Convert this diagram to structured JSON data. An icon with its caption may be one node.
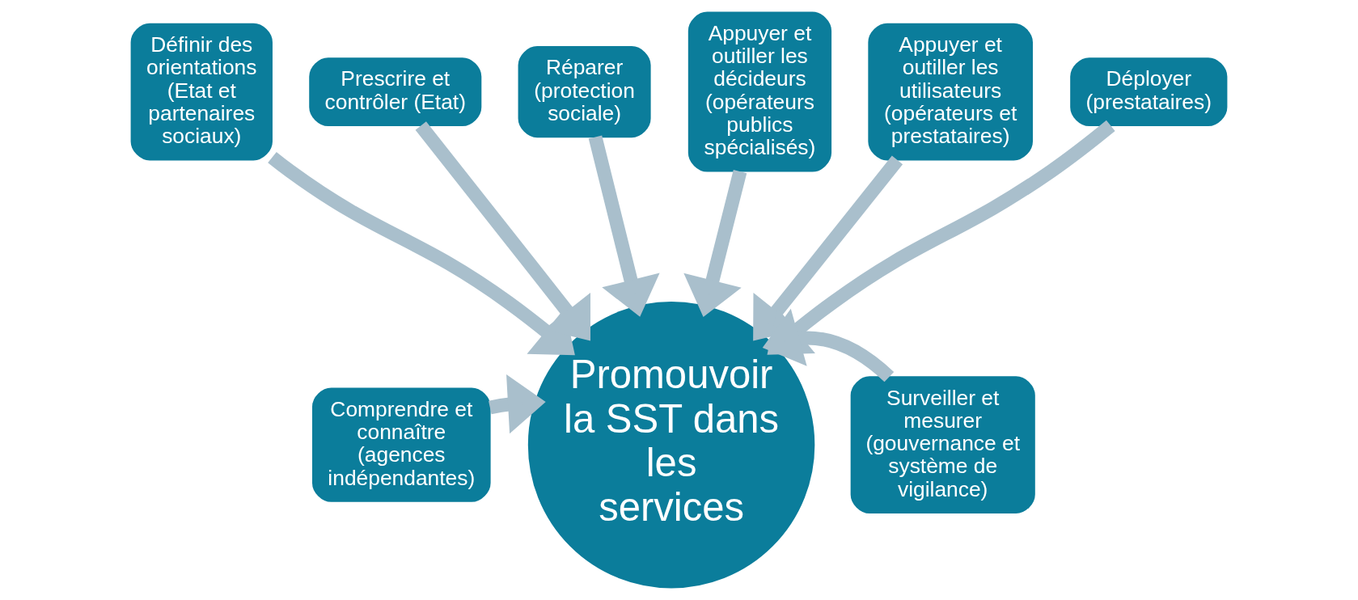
{
  "diagram": {
    "nodes": [
      {
        "text": [
          "Comprendre et connaître (agences indépendantes)"
        ]
      },
      {
        "text": [
          "Définir des orientations",
          "(Etat et partenaires sociaux)"
        ]
      },
      {
        "text": [
          "Prescrire et contrôler (Etat)"
        ]
      },
      {
        "text": [
          "Réparer (protection sociale)"
        ]
      },
      {
        "text": [
          "Appuyer et outiller les décideurs (opérateurs publics spécialisés)"
        ]
      },
      {
        "text": [
          "Appuyer et outiller les utilisateurs (opérateurs et prestataires)"
        ]
      },
      {
        "text": [
          "Déployer (prestataires)"
        ]
      },
      {
        "text": [
          "Surveiller et mesurer (gouvernance et système de vigilance)"
        ]
      },
      {
        "text": [
          "Promouvoir la SST dans les services"
        ]
      }
    ],
    "edges": [
      {
        "from": 0,
        "to": 8,
        "arrow": "to"
      },
      {
        "from": 1,
        "to": 8,
        "arrow": "to"
      },
      {
        "from": 2,
        "to": 8,
        "arrow": "to"
      },
      {
        "from": 3,
        "to": 8,
        "arrow": "to"
      },
      {
        "from": 4,
        "to": 8,
        "arrow": "to"
      },
      {
        "from": 5,
        "to": 8,
        "arrow": "to"
      },
      {
        "from": 6,
        "to": 8,
        "arrow": "to"
      },
      {
        "from": 7,
        "to": 8,
        "arrow": "to"
      }
    ]
  }
}
